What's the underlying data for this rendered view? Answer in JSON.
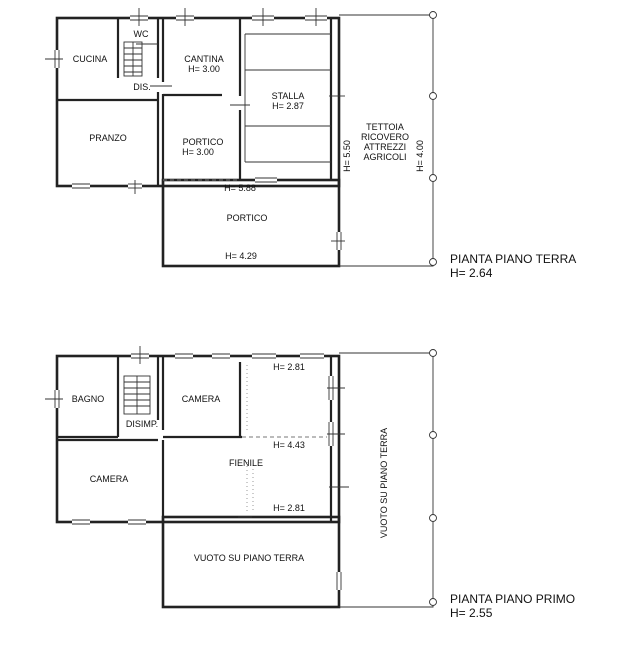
{
  "ground_floor": {
    "rooms": {
      "wc": "WC",
      "cucina": "CUCINA",
      "cantina": "CANTINA",
      "cantina_h": "H= 3.00",
      "dis": "DIS.",
      "stalla": "STALLA",
      "stalla_h": "H= 2.87",
      "pranzo": "PRANZO",
      "portico": "PORTICO",
      "portico_h": "H= 3.00",
      "tettoia_1": "TETTOIA",
      "tettoia_2": "RICOVERO",
      "tettoia_3": "ATTREZZI",
      "tettoia_4": "AGRICOLI",
      "portico_2": "PORTICO"
    },
    "heights": {
      "h_550": "H= 5.50",
      "h_400": "H= 4.00",
      "h_588": "H= 5.88",
      "h_429": "H= 4.29"
    },
    "title": "PIANTA PIANO TERRA",
    "subtitle": "H= 2.64"
  },
  "first_floor": {
    "rooms": {
      "bagno": "BAGNO",
      "camera_1": "CAMERA",
      "disimp": "DISIMP.",
      "fienile": "FIENILE",
      "camera_2": "CAMERA",
      "vuoto_1": "VUOTO SU PIANO TERRA",
      "vuoto_2": "VUOTO SU PIANO TERRA"
    },
    "heights": {
      "h_281_top": "H= 2.81",
      "h_443": "H= 4.43",
      "h_281_bottom": "H= 2.81"
    },
    "title": "PIANTA PIANO PRIMO",
    "subtitle": "H= 2.55"
  }
}
